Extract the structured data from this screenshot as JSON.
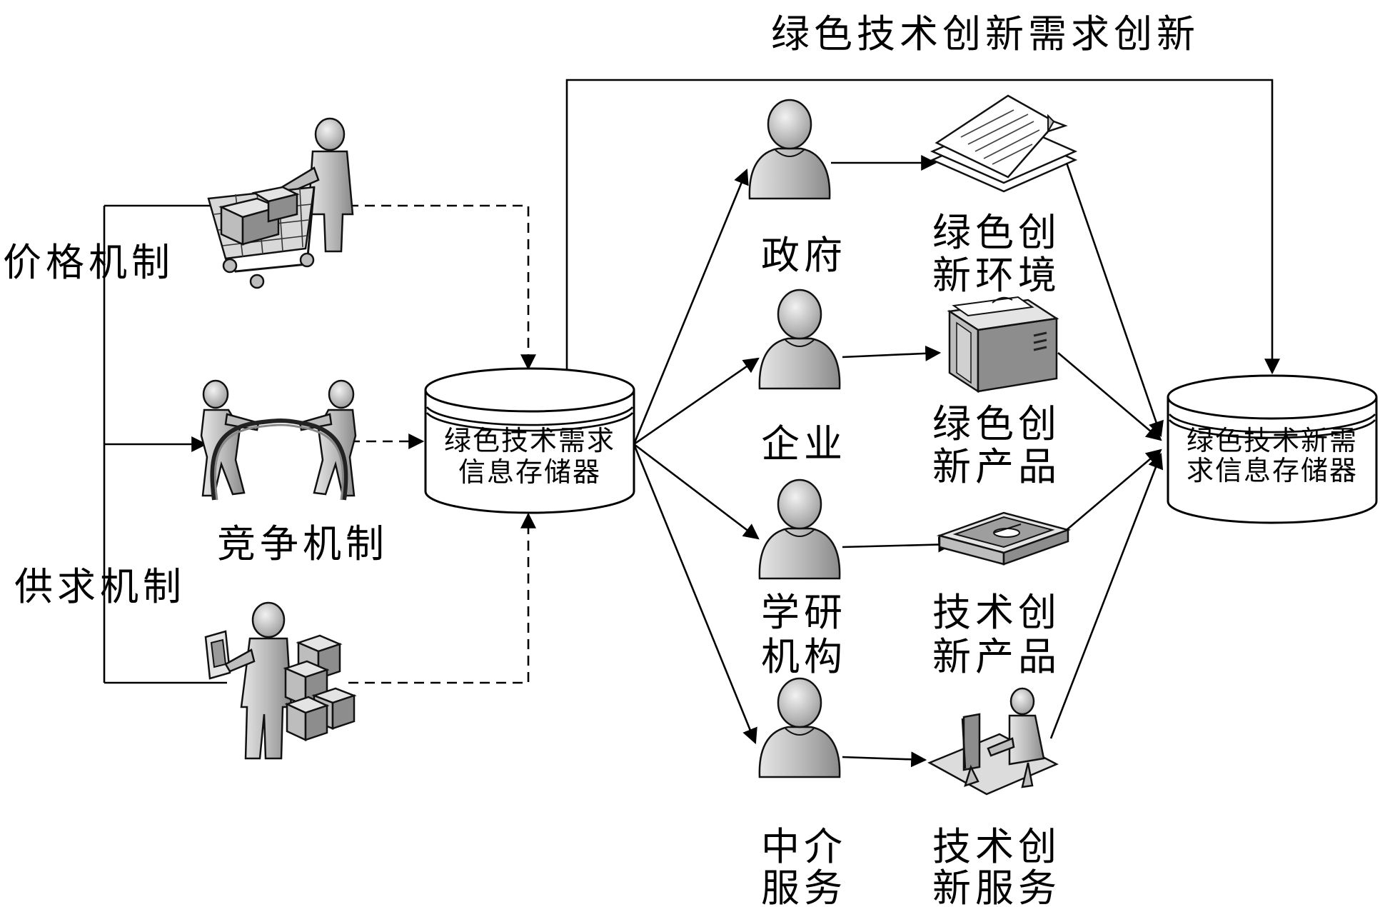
{
  "title": "绿色技术创新需求创新",
  "mechanisms": {
    "price": "价格机制",
    "competition": "竞争机制",
    "supply_demand": "供求机制"
  },
  "storage_left": {
    "line1": "绿色技术需求",
    "line2": "信息存储器"
  },
  "storage_right": {
    "line1": "绿色技术新需",
    "line2": "求信息存储器"
  },
  "actors": [
    {
      "line1": "政府",
      "line2": ""
    },
    {
      "line1": "企业",
      "line2": ""
    },
    {
      "line1": "学研",
      "line2": "机构"
    },
    {
      "line1": "中介",
      "line2": "服务"
    }
  ],
  "outputs": [
    {
      "line1": "绿色创",
      "line2": "新环境",
      "icon": "documents-icon"
    },
    {
      "line1": "绿色创",
      "line2": "新产品",
      "icon": "computer-icon"
    },
    {
      "line1": "技术创",
      "line2": "新产品",
      "icon": "tape-drive-icon"
    },
    {
      "line1": "技术创",
      "line2": "新服务",
      "icon": "workstation-icon"
    }
  ],
  "colors": {
    "line": "#000000",
    "figure": "#bdbdbd",
    "figure_dark": "#8d8d8d"
  }
}
